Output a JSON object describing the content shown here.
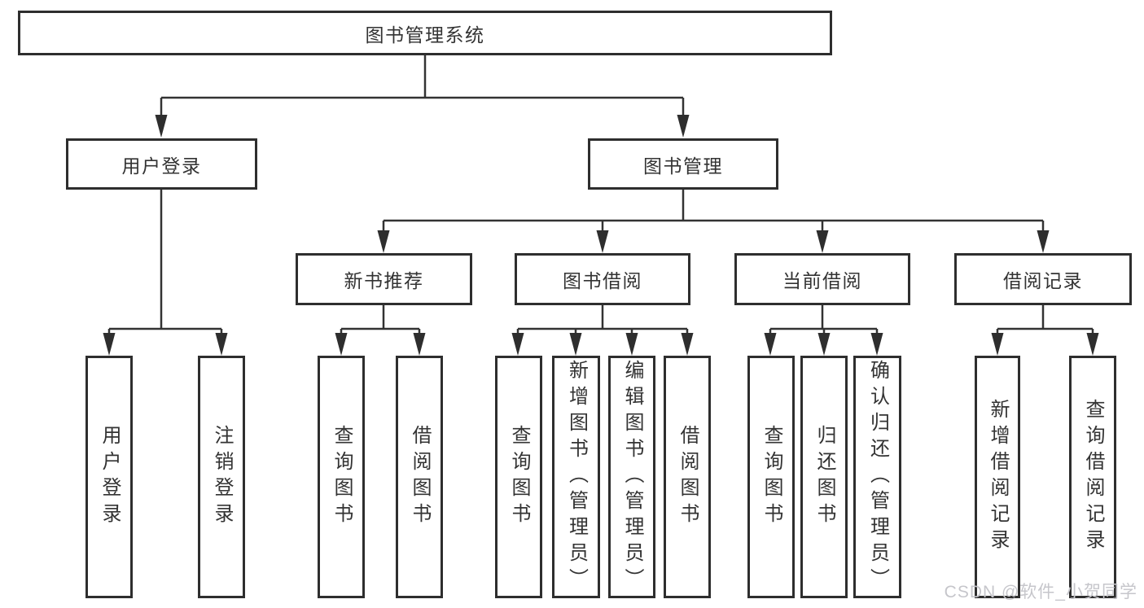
{
  "tree": {
    "root": "图书管理系统",
    "branches": [
      {
        "label": "用户登录",
        "leaves": [
          "用户登录",
          "注销登录"
        ]
      },
      {
        "label": "图书管理",
        "groups": [
          {
            "label": "新书推荐",
            "leaves": [
              "查询图书",
              "借阅图书"
            ]
          },
          {
            "label": "图书借阅",
            "leaves": [
              "查询图书",
              "新增图书（管理员）",
              "编辑图书（管理员）",
              "借阅图书"
            ]
          },
          {
            "label": "当前借阅",
            "leaves": [
              "查询图书",
              "归还图书",
              "确认归还（管理员）"
            ]
          },
          {
            "label": "借阅记录",
            "leaves": [
              "新增借阅记录",
              "查询借阅记录"
            ]
          }
        ]
      }
    ]
  },
  "watermark": {
    "text": "CSDN @软件_小贺同学"
  },
  "colors": {
    "line": "#333333",
    "box_border": "#2e2e2e",
    "text": "#333333",
    "watermark": "#c6c6cb",
    "background": "#ffffff"
  }
}
